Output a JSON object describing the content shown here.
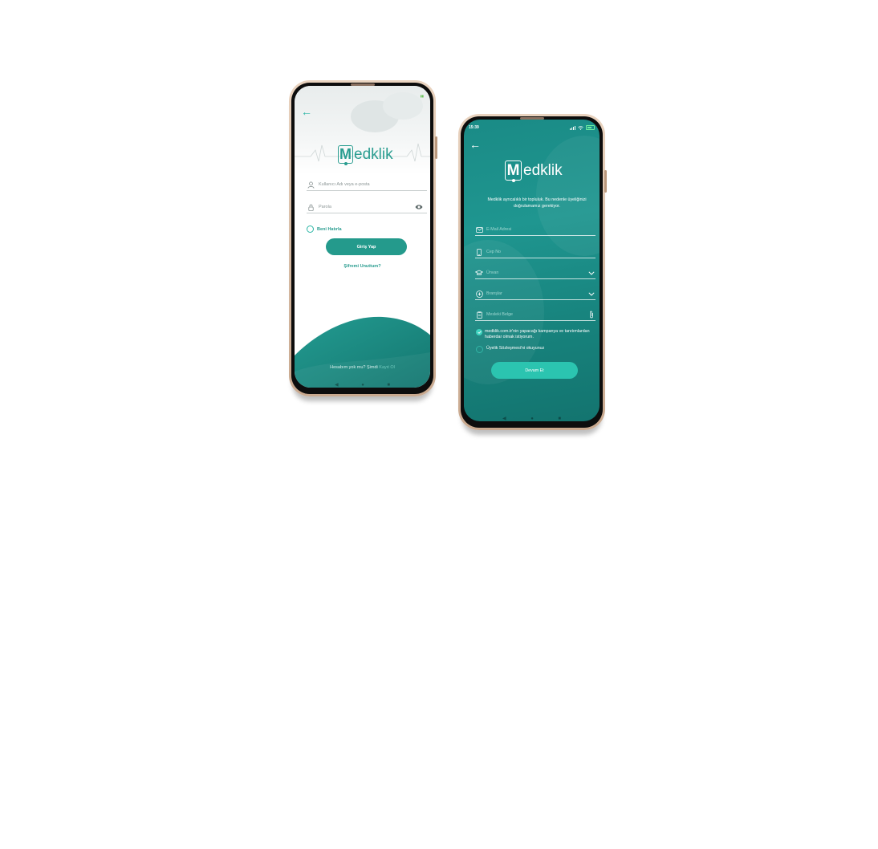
{
  "login_screen": {
    "status_indicator": "▮▮",
    "back_label": "←",
    "logo_letter": "M",
    "logo_word": "edklik",
    "username_placeholder": "Kullanıcı Adı veya e-posta",
    "password_placeholder": "Parola",
    "remember_label": "Beni Hatırla",
    "login_button": "Giriş Yap",
    "forgot_link": "Şifremi Unuttum?",
    "signup_prompt": "Hesabım yok mu? Şimdi",
    "signup_link": "Kayıt Ol",
    "nav": {
      "back": "◀",
      "home": "●",
      "recent": "■"
    }
  },
  "register_screen": {
    "time": "15:39",
    "back_label": "←",
    "logo_letter": "M",
    "logo_word": "edklik",
    "description": "Medklik ayrıcalıklı bir topluluk. Bu nedenle üyeliğinizi doğrulamamız gerekiyor.",
    "fields": {
      "email": "E-Mail Adresi",
      "phone": "Cep No",
      "title": "Ünvan",
      "branches": "Branşlar",
      "document": "Mesleki Belge"
    },
    "consent_marketing": "medklik.com.tr'nin yapacağı kampanya ve tanıtımlardan haberdar olmak istiyorum.",
    "consent_membership": "Üyelik Sözleşmesi'ni okuyunuz",
    "continue_button": "Devam Et",
    "nav": {
      "back": "◀",
      "home": "●",
      "recent": "■"
    }
  },
  "colors": {
    "brand_teal": "#2a9d90",
    "button_teal": "#249a8c",
    "screen2_bg": "#1a8b86",
    "accent": "#3ed3bf"
  }
}
